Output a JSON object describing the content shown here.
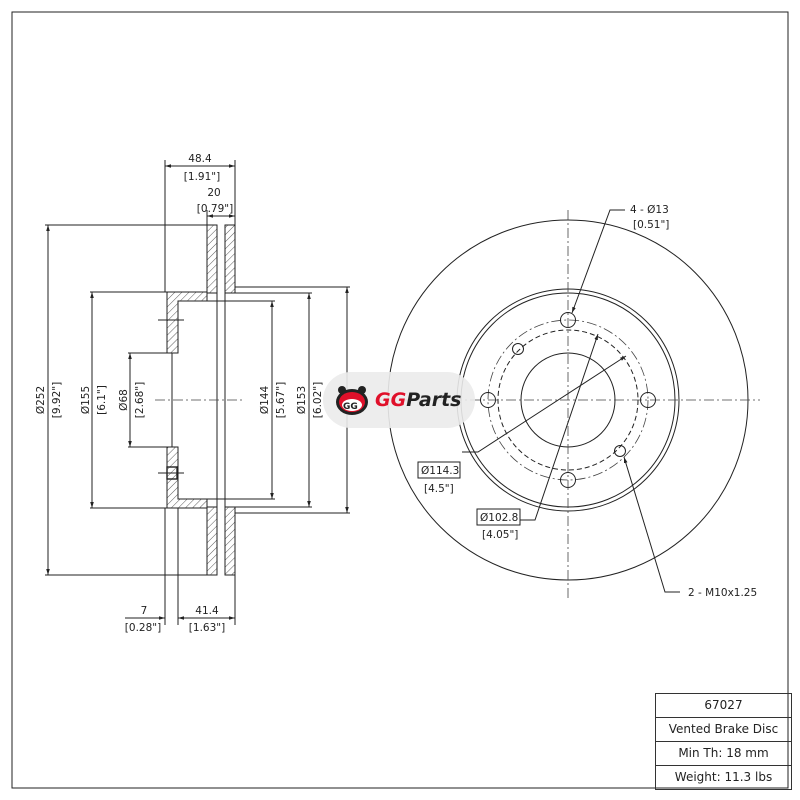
{
  "side_view": {
    "overall_width": {
      "mm": "48.4",
      "in": "[1.91\"]"
    },
    "friction_thickness": {
      "mm": "20",
      "in": "[0.79\"]"
    },
    "outer_diameter": {
      "mm": "Ø252",
      "in": "[9.92\"]"
    },
    "hat_diameter": {
      "mm": "Ø155",
      "in": "[6.1\"]"
    },
    "center_bore": {
      "mm": "Ø68",
      "in": "[2.68\"]"
    },
    "inner_diameter_144": {
      "mm": "Ø144",
      "in": "[5.67\"]"
    },
    "inner_diameter_153": {
      "mm": "Ø153",
      "in": "[6.02\"]"
    },
    "hub_thickness": {
      "mm": "7",
      "in": "[0.28\"]"
    },
    "hat_height": {
      "mm": "41.4",
      "in": "[1.63\"]"
    }
  },
  "front_view": {
    "bolt_holes": {
      "label": "4 - Ø13",
      "in": "[0.51\"]"
    },
    "bolt_circle": {
      "mm": "Ø114.3",
      "in": "[4.5\"]"
    },
    "pilot_circle": {
      "mm": "Ø102.8",
      "in": "[4.05\"]"
    },
    "threaded_holes": "2 - M10x1.25"
  },
  "logo": {
    "text_a": "GG",
    "text_b": "Parts"
  },
  "title_block": {
    "part_number": "67027",
    "description": "Vented Brake Disc",
    "min_thickness": "Min Th: 18 mm",
    "weight": "Weight: 11.3 lbs"
  }
}
